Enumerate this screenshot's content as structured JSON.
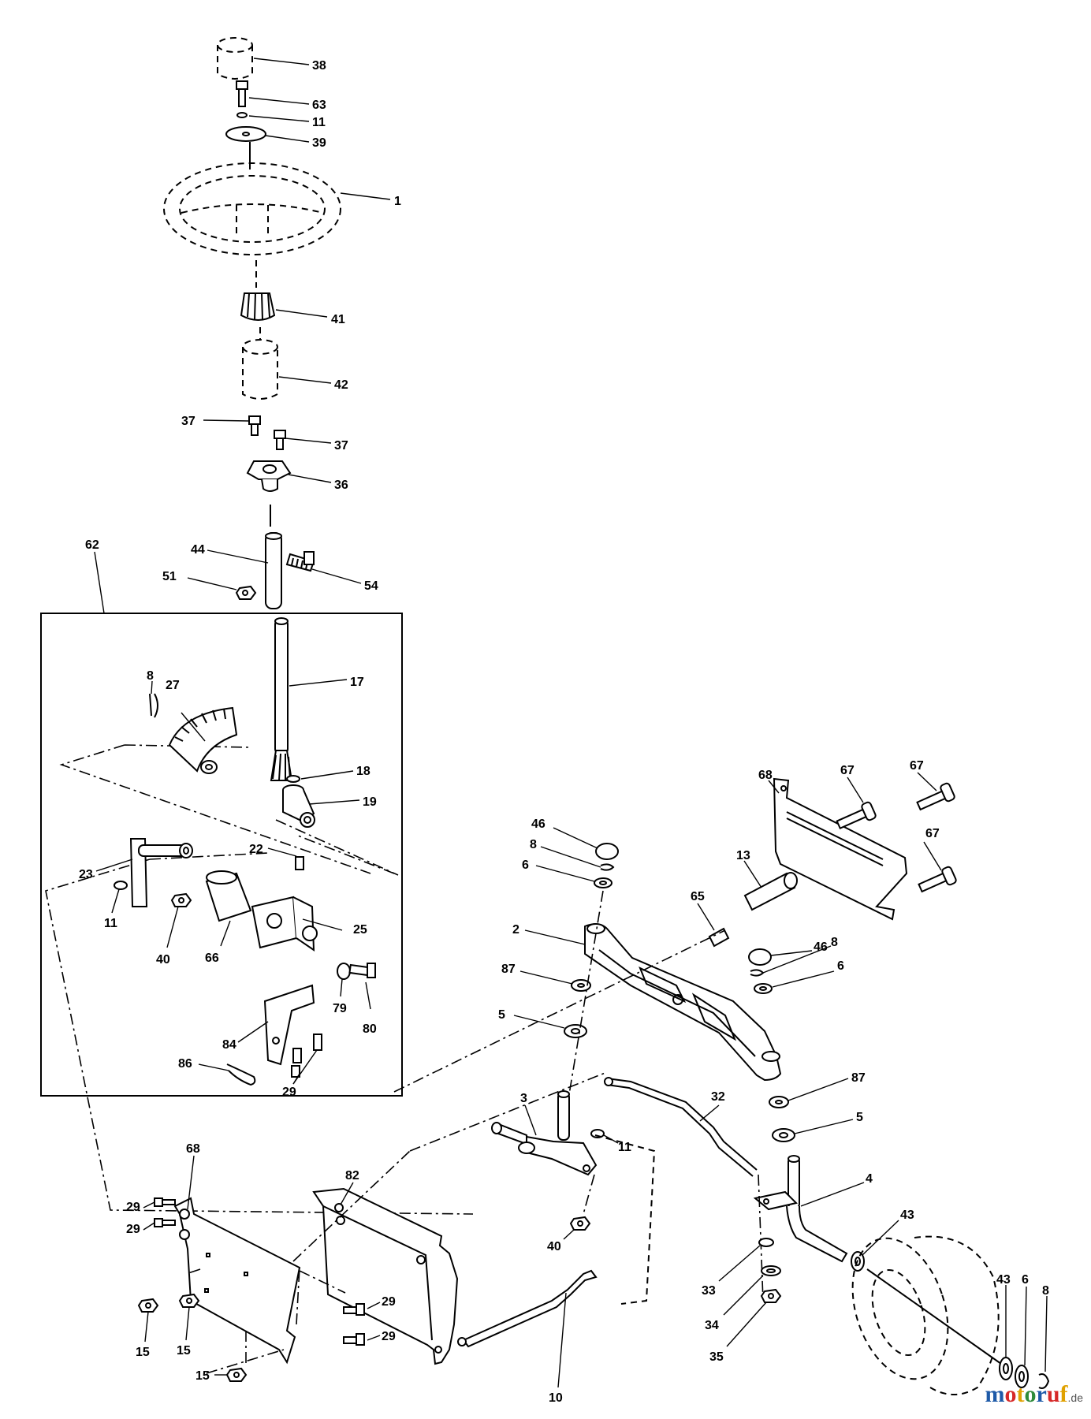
{
  "labels": {
    "p38": "38",
    "p63": "63",
    "p11a": "11",
    "p39": "39",
    "p1": "1",
    "p41": "41",
    "p42": "42",
    "p37a": "37",
    "p37b": "37",
    "p36": "36",
    "p44": "44",
    "p51": "51",
    "p54": "54",
    "p62": "62",
    "p8a": "8",
    "p27": "27",
    "p17": "17",
    "p18": "18",
    "p19": "19",
    "p22": "22",
    "p23": "23",
    "p11b": "11",
    "p40a": "40",
    "p66": "66",
    "p25": "25",
    "p79": "79",
    "p80": "80",
    "p84": "84",
    "p86": "86",
    "p29a": "29",
    "p68a": "68",
    "p67a": "67",
    "p67b": "67",
    "p67c": "67",
    "p13": "13",
    "p65": "65",
    "p46a": "46",
    "p8b": "8",
    "p6a": "6",
    "p2": "2",
    "p87a": "87",
    "p5a": "5",
    "p46b": "46",
    "p8c": "8",
    "p6b": "6",
    "p87b": "87",
    "p5b": "5",
    "p32": "32",
    "p3": "3",
    "p11c": "11",
    "p40b": "40",
    "p4": "4",
    "p43a": "43",
    "p33": "33",
    "p34": "34",
    "p35": "35",
    "p43b": "43",
    "p6c": "6",
    "p8d": "8",
    "p10": "10",
    "p68b": "68",
    "p29b": "29",
    "p29c": "29",
    "p82": "82",
    "p29d": "29",
    "p29e": "29",
    "p15a": "15",
    "p15b": "15",
    "p15c": "15"
  },
  "watermark": {
    "letters": [
      "m",
      "o",
      "t",
      "o",
      "r",
      "u",
      "f"
    ],
    "letter_colors": [
      "#1e5aa8",
      "#d62828",
      "#e0a100",
      "#2e8b3a",
      "#1e5aa8",
      "#d62828",
      "#e0a100"
    ],
    "suffix": ".de"
  }
}
